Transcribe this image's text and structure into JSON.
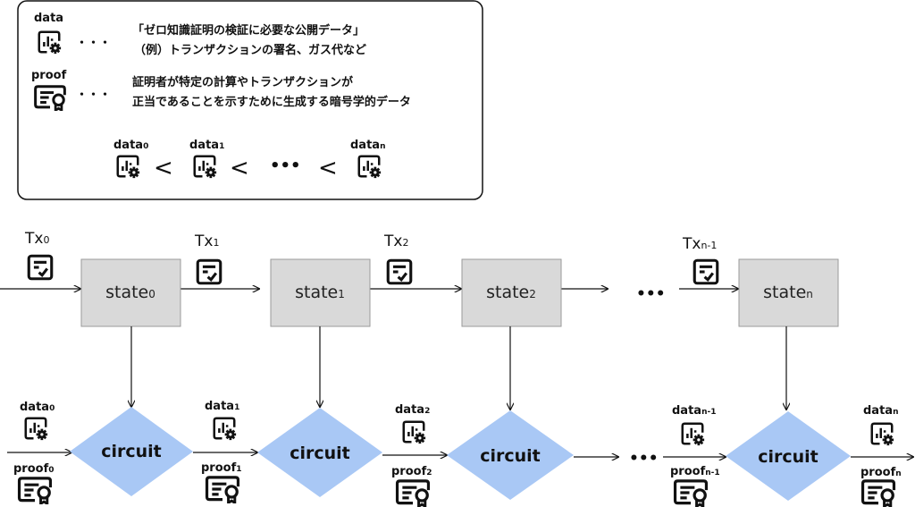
{
  "legend": {
    "data_label": "data",
    "data_desc_line1": "「ゼロ知識証明の検証に必要な公開データ」",
    "data_desc_line2": "（例）トランザクションの署名、ガス代など",
    "proof_label": "proof",
    "proof_desc_line1": "証明者が特定の計算やトランザクションが",
    "proof_desc_line2": "正当であることを示すために生成する暗号学的データ",
    "dots": "・・・",
    "order": {
      "items": [
        {
          "label": "data",
          "sub": "0"
        },
        {
          "label": "data",
          "sub": "1"
        },
        {
          "label": "data",
          "sub": "n"
        }
      ],
      "lt": "<",
      "ellipsis": "•••"
    }
  },
  "chain": {
    "states": [
      {
        "label": "state",
        "sub": "0"
      },
      {
        "label": "state",
        "sub": "1"
      },
      {
        "label": "state",
        "sub": "2"
      },
      {
        "label": "state",
        "sub": "n"
      }
    ],
    "txs": [
      {
        "label": "Tx",
        "sub": "0"
      },
      {
        "label": "Tx",
        "sub": "1"
      },
      {
        "label": "Tx",
        "sub": "2"
      },
      {
        "label": "Tx",
        "sub": "n-1"
      }
    ],
    "ellipsis": "•••"
  },
  "circuits": {
    "label": "circuit",
    "data_labels": [
      {
        "label": "data",
        "sub": "0"
      },
      {
        "label": "data",
        "sub": "1"
      },
      {
        "label": "data",
        "sub": "2"
      },
      {
        "label": "data",
        "sub": "n-1"
      },
      {
        "label": "data",
        "sub": "n"
      }
    ],
    "proof_labels": [
      {
        "label": "proof",
        "sub": "0"
      },
      {
        "label": "proof",
        "sub": "1"
      },
      {
        "label": "proof",
        "sub": "2"
      },
      {
        "label": "proof",
        "sub": "n-1"
      },
      {
        "label": "proof",
        "sub": "n"
      }
    ],
    "ellipsis": "•••"
  },
  "colors": {
    "state_fill": "#d9d9d9",
    "state_stroke": "#9a9a9a",
    "circuit_fill": "#a9c8f5",
    "line": "#111111"
  },
  "icons": {
    "data": "data-chart-gear-icon",
    "proof": "certificate-icon",
    "tx": "checklist-icon"
  }
}
